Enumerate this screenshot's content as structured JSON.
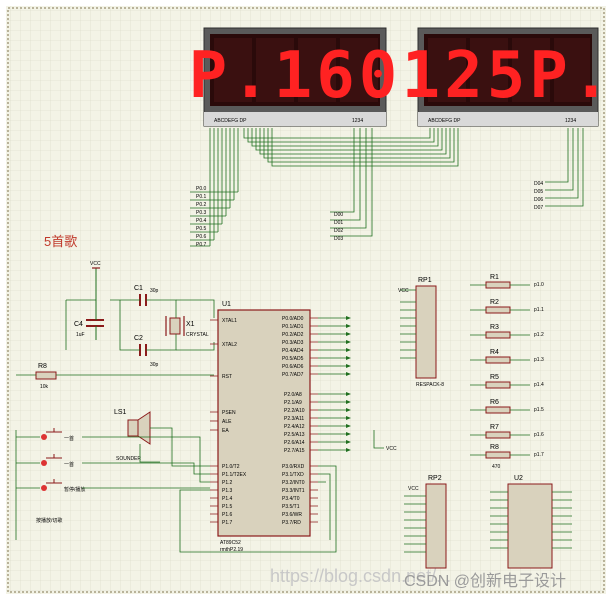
{
  "colors": {
    "sheet": "#f3f3e6",
    "grid": "#d6d6c4",
    "wire": "#1f6f1f",
    "component": "#8b1a1a",
    "chip_fill": "#d9d2bd",
    "display_body": "#4a4a4a",
    "segment_on": "#ff1e1e",
    "title_red": "#c0392b",
    "pin_blue": "#2244cc"
  },
  "displays": {
    "left": {
      "text": "P.160",
      "pin_labels": "ABCDEFG DP",
      "digit_labels": "1234"
    },
    "right": {
      "text": "125P.",
      "pin_labels": "ABCDEFG DP",
      "digit_labels": "1234"
    }
  },
  "title": "5首歌",
  "vcc_label": "VCC",
  "capacitors": {
    "c1": {
      "name": "C1",
      "value": "30p"
    },
    "c2": {
      "name": "C2",
      "value": "30p"
    },
    "c4": {
      "name": "C4",
      "value": "1uF"
    }
  },
  "crystal": {
    "name": "X1",
    "value": "CRYSTAL"
  },
  "resistor_r8": {
    "name": "R8",
    "value": "10k"
  },
  "mcu": {
    "name": "U1",
    "part": "AT89C52",
    "note": "rmthP2.19",
    "left_pins": [
      "XTAL1",
      "XTAL2",
      "RST",
      "PSEN",
      "ALE",
      "EA",
      "P1.0/T2",
      "P1.1/T2EX",
      "P1.2",
      "P1.3",
      "P1.4",
      "P1.5",
      "P1.6",
      "P1.7"
    ],
    "right_pins": [
      "P0.0/AD0",
      "P0.1/AD1",
      "P0.2/AD2",
      "P0.3/AD3",
      "P0.4/AD4",
      "P0.5/AD5",
      "P0.6/AD6",
      "P0.7/AD7",
      "P2.0/A8",
      "P2.1/A9",
      "P2.2/A10",
      "P2.3/A11",
      "P2.4/A12",
      "P2.5/A13",
      "P2.6/A14",
      "P2.7/A15",
      "P3.0/RXD",
      "P3.1/TXD",
      "P3.2/INT0",
      "P3.3/INT1",
      "P3.4/T0",
      "P3.5/T1",
      "P3.6/WR",
      "P3.7/RD"
    ]
  },
  "speaker": {
    "name": "LS1",
    "value": "SOUNDER"
  },
  "buttons": [
    "一首",
    "一首",
    "暂停/播放"
  ],
  "buttons_note": "按播放/切歌",
  "rp1": {
    "name": "RP1",
    "value": "RESPACK-8"
  },
  "rp2": {
    "name": "RP2"
  },
  "u2": {
    "name": "U2"
  },
  "resistors": [
    {
      "name": "R1",
      "net": "p1.0"
    },
    {
      "name": "R2",
      "net": "p1.1"
    },
    {
      "name": "R3",
      "net": "p1.2"
    },
    {
      "name": "R4",
      "net": "p1.3"
    },
    {
      "name": "R5",
      "net": "p1.4"
    },
    {
      "name": "R6",
      "net": "p1.5"
    },
    {
      "name": "R7",
      "net": "p1.6"
    },
    {
      "name": "R8",
      "net": "p1.7"
    }
  ],
  "resistor_value": "470",
  "digit_nets": [
    "D04",
    "D05",
    "D06",
    "D07"
  ],
  "digit_nets_b": [
    "D00",
    "D01",
    "D02",
    "D03"
  ],
  "seg_nets": [
    "P0.0",
    "P0.1",
    "P0.2",
    "P0.3",
    "P0.4",
    "P0.5",
    "P0.6",
    "P0.7"
  ],
  "watermark": "https://blog.csdn.net/...",
  "watermark_brand": "CSDN @创新电子设计"
}
